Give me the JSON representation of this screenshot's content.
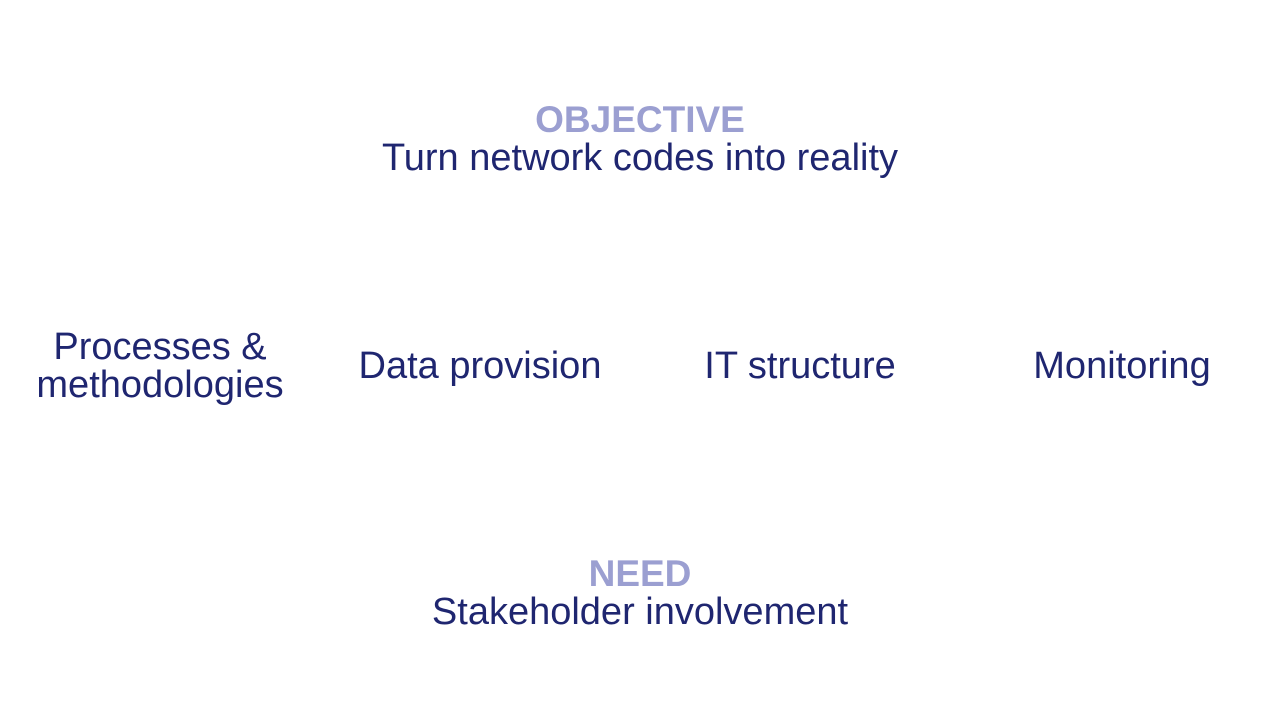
{
  "objective": {
    "heading": "OBJECTIVE",
    "text": "Turn network codes into reality"
  },
  "pillars": [
    "Processes &\nmethodologies",
    "Data provision",
    "IT structure",
    "Monitoring"
  ],
  "need": {
    "heading": "NEED",
    "text": "Stakeholder involvement"
  },
  "colors": {
    "heading": "#9b9fd1",
    "text": "#1f2670",
    "background": "#ffffff"
  }
}
